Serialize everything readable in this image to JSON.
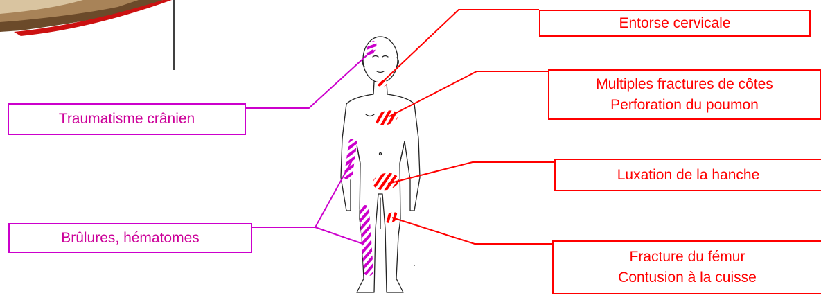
{
  "colors": {
    "injury_red": "#ff0000",
    "injury_magenta": "#cc00cc",
    "label_magenta_text": "#cc0099",
    "figure_stroke": "#222222"
  },
  "labels": {
    "cervical": "Entorse cervicale",
    "ribs_line1": "Multiples fractures de côtes",
    "ribs_line2": "Perforation du poumon",
    "hip": "Luxation de la hanche",
    "femur_line1": "Fracture du fémur",
    "femur_line2": "Contusion à la cuisse",
    "head": "Traumatisme crânien",
    "burns": "Brûlures, hématomes"
  }
}
